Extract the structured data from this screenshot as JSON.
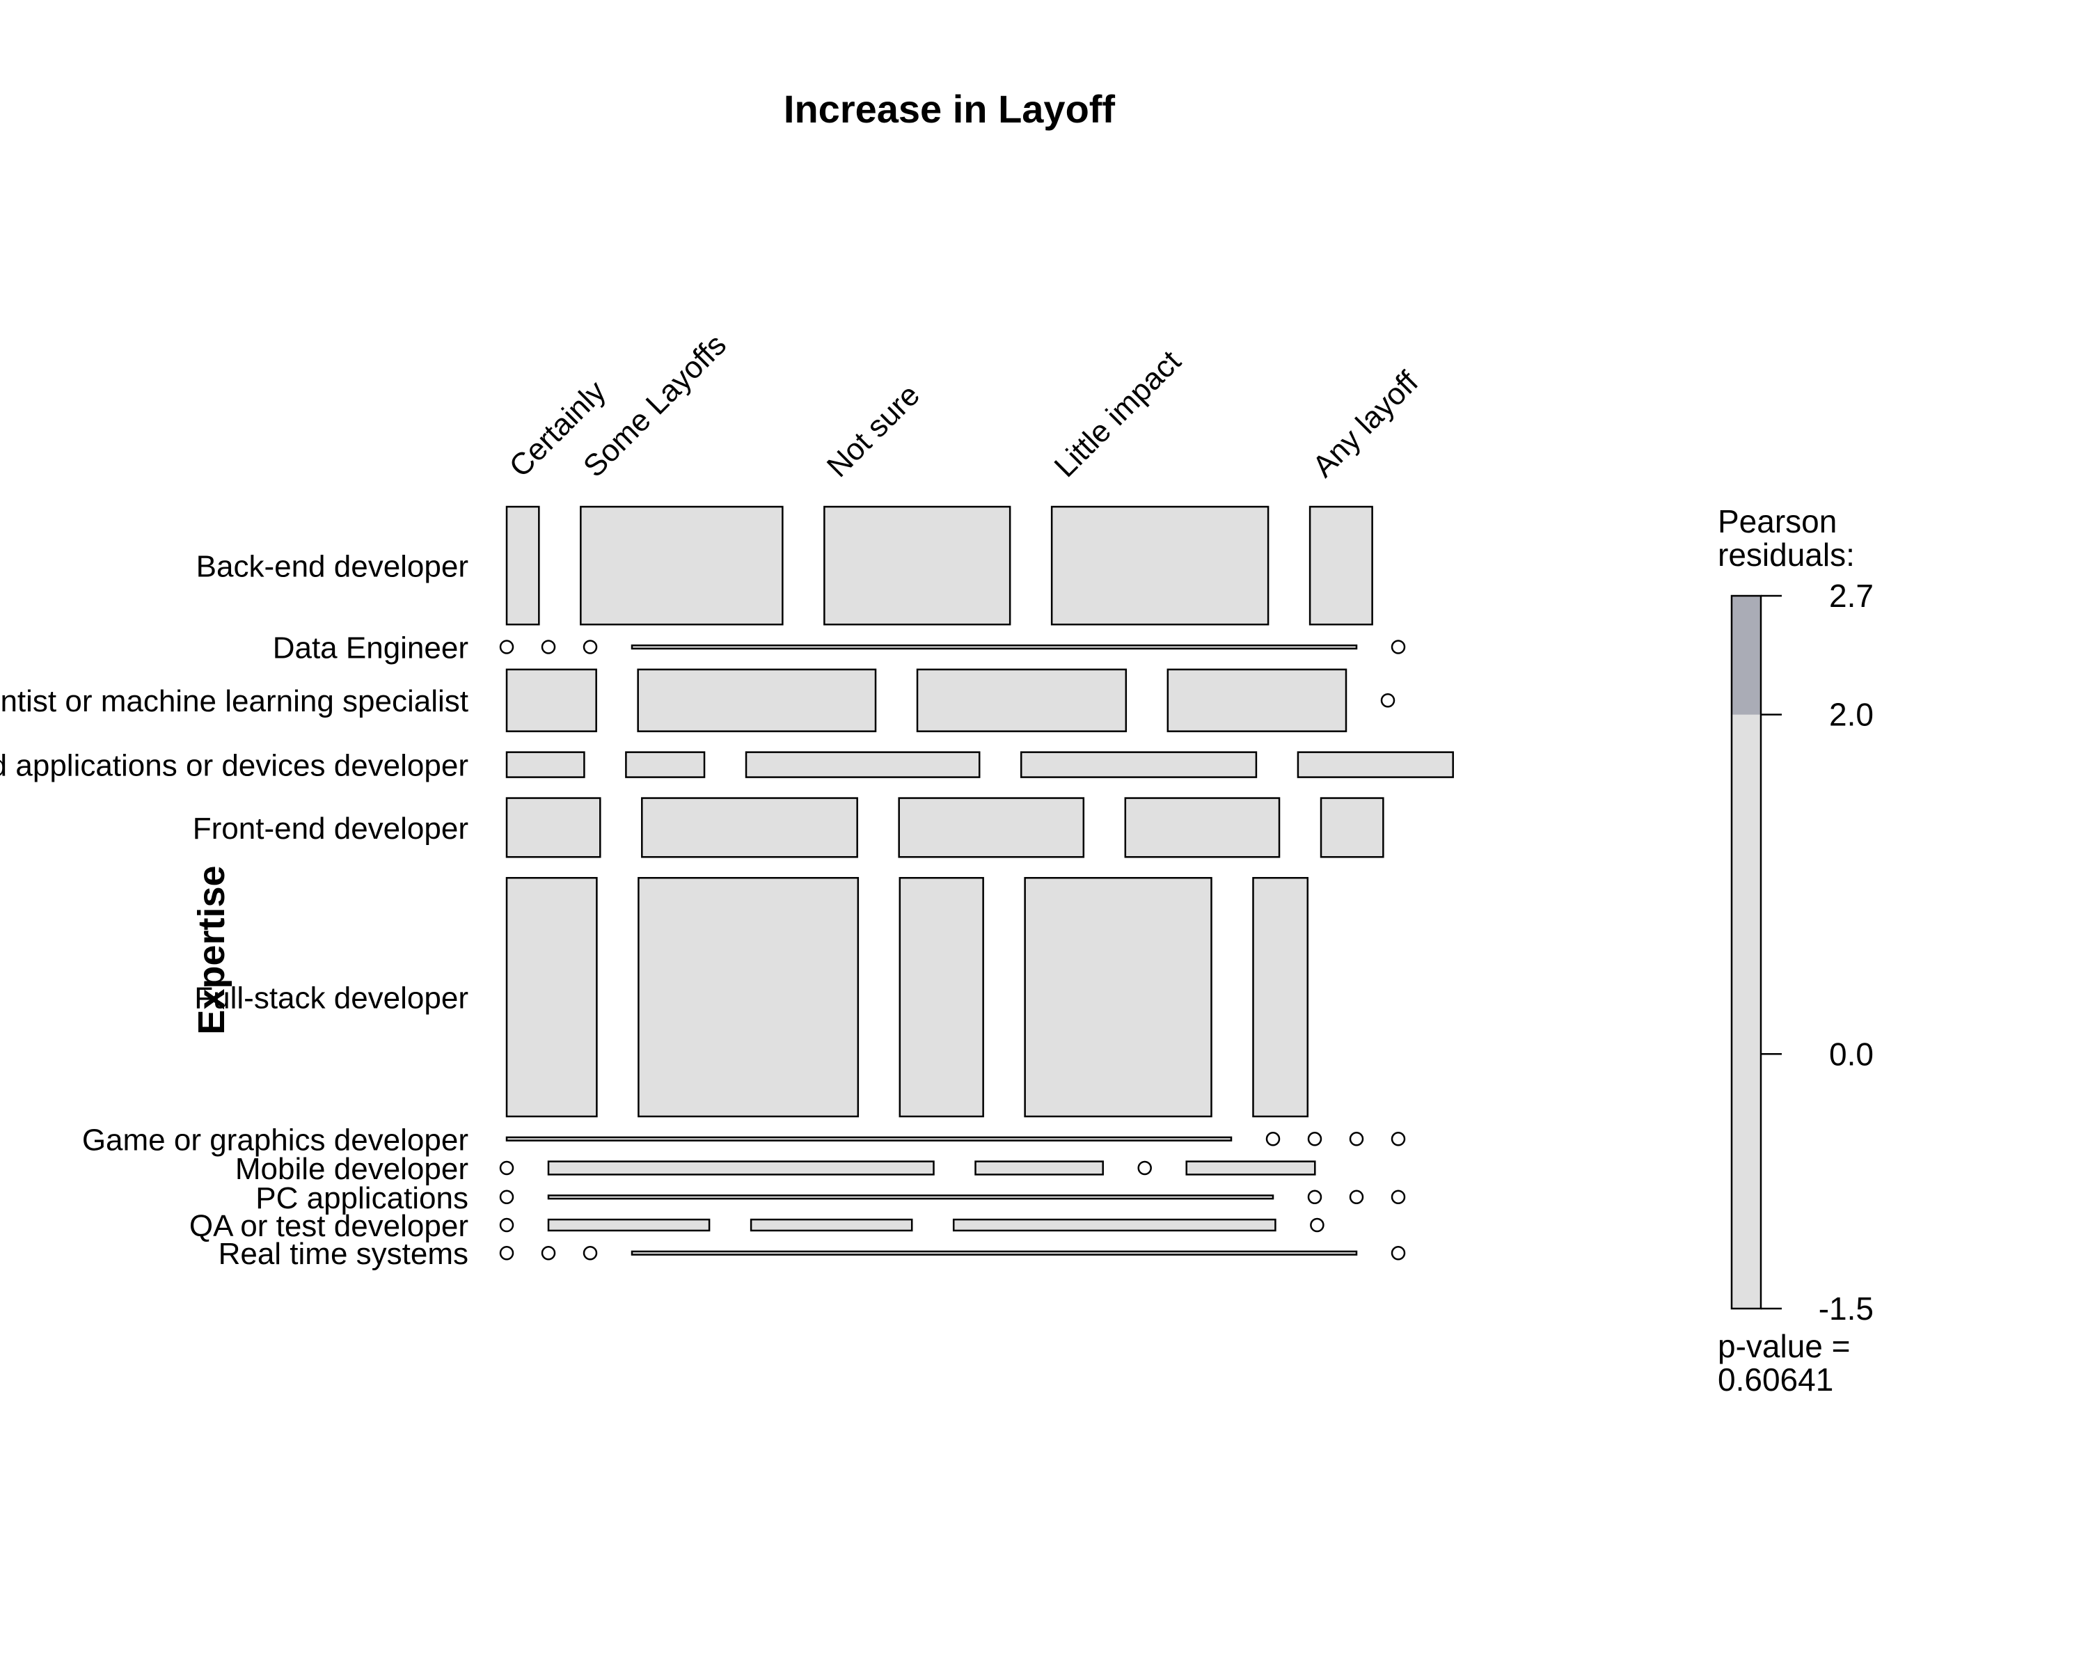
{
  "chart_data": {
    "type": "mosaic",
    "title": "Increase in Layoff",
    "ylabel": "Expertise",
    "columns": [
      "Certainly",
      "Some Layoffs",
      "Not sure",
      "Little impact",
      "Any layoff"
    ],
    "rows": [
      "Back-end developer",
      "Data Engineer",
      "Data scientist or machine learning specialist",
      "Embedded applications or devices developer",
      "Front-end developer",
      "Full-stack developer",
      "Game or graphics developer",
      "Mobile developer",
      "PC applications",
      "QA or test developer",
      "Real time systems"
    ],
    "row_proportions": [
      0.1709,
      0.0047,
      0.0897,
      0.0363,
      0.0855,
      0.3462,
      0.0047,
      0.019,
      0.0047,
      0.016,
      0.0047
    ],
    "cell_proportions": [
      [
        0.0445,
        0.2786,
        0.2563,
        0.2987,
        0.086
      ],
      [
        0.0,
        0.0,
        0.0,
        1.0,
        0.0
      ],
      [
        0.1236,
        0.3279,
        0.288,
        0.2461,
        0.0
      ],
      [
        0.107,
        0.1082,
        0.322,
        0.3244,
        0.214
      ],
      [
        0.129,
        0.2972,
        0.2547,
        0.2125,
        0.0858
      ],
      [
        0.1243,
        0.303,
        0.1151,
        0.2573,
        0.0752
      ],
      [
        1.0,
        0.0,
        0.0,
        0.0,
        0.0
      ],
      [
        0.0,
        0.5317,
        0.176,
        0.0,
        0.1773
      ],
      [
        0.0,
        1.0,
        0.0,
        0.0,
        0.0
      ],
      [
        0.0,
        0.222,
        0.222,
        0.444,
        0.0
      ],
      [
        0.0,
        0.0,
        0.0,
        1.0,
        0.0
      ]
    ],
    "highlight_cells": [],
    "legend": {
      "title_lines": [
        "Pearson",
        "residuals:"
      ],
      "ticks": [
        2.7,
        2.0,
        0.0,
        -1.5
      ],
      "tick_labels": [
        "2.7",
        "2.0",
        "0.0",
        "-1.5"
      ],
      "range": [
        -1.5,
        2.7
      ],
      "highlight_threshold": 2.0,
      "pvalue_lines": [
        "p-value =",
        "0.60641"
      ]
    },
    "colors": {
      "cell_fill": "#e0e0e0",
      "highlight_fill": "#aaacb6",
      "stroke": "#000000",
      "background": "#ffffff"
    }
  }
}
